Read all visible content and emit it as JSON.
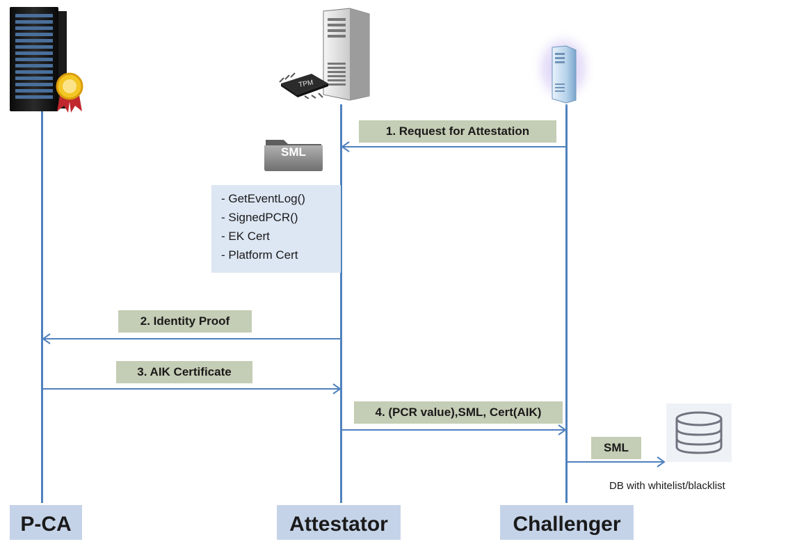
{
  "actors": {
    "pca": "P-CA",
    "attestator": "Attestator",
    "challenger": "Challenger"
  },
  "messages": {
    "m1": "1. Request for Attestation",
    "m2": "2. Identity Proof",
    "m3": "3. AIK Certificate",
    "m4": "4. (PCR value),SML, Cert(AIK)",
    "m5": "SML"
  },
  "folder_label": "SML",
  "tpm_label": "TPM",
  "note_items": [
    "- GetEventLog()",
    "- SignedPCR()",
    "- EK Cert",
    "- Platform Cert"
  ],
  "db_caption": "DB with whitelist/blacklist",
  "icons": {
    "pca": "server-rack-icon",
    "ribbon": "award-ribbon-icon",
    "attestator": "tower-server-icon",
    "tpm": "tpm-chip-icon",
    "challenger": "glowing-server-icon",
    "folder": "folder-icon",
    "database": "database-icon"
  },
  "colors": {
    "lifeline": "#4f81bd",
    "message_box": "#c4cdb5",
    "actor_label_box": "#c5d3e8",
    "note_box": "#dde6f3"
  }
}
